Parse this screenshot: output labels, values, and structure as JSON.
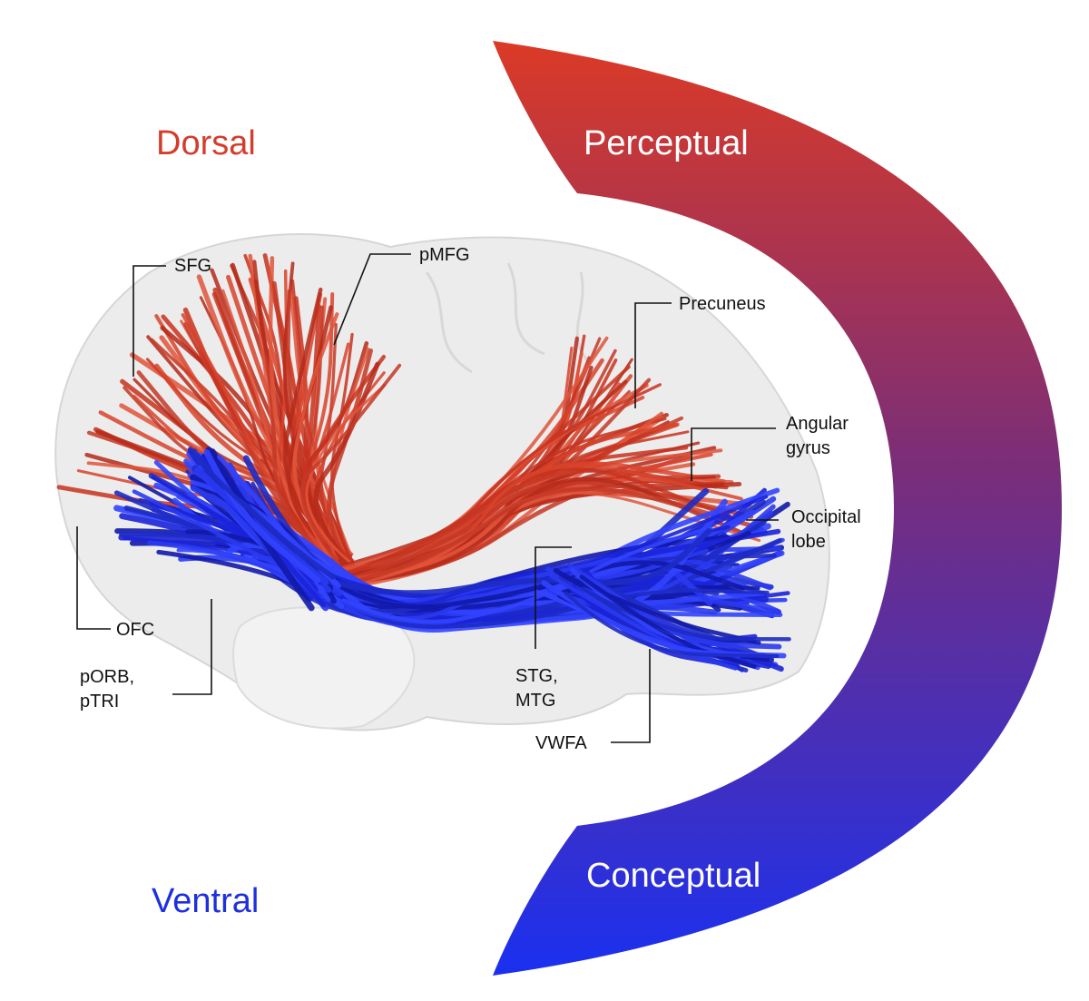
{
  "streams": {
    "dorsal": {
      "label": "Dorsal",
      "color": "#d43d2c"
    },
    "ventral": {
      "label": "Ventral",
      "color": "#1d2fe0"
    }
  },
  "gradient_arc": {
    "top_label": "Perceptual",
    "bottom_label": "Conceptual",
    "top_color": "#db3a26",
    "bottom_color": "#1a30f0"
  },
  "regions": {
    "sfg": "SFG",
    "pmfg": "pMFG",
    "precuneus": "Precuneus",
    "angular_1": "Angular",
    "angular_2": "gyrus",
    "occipital_1": "Occipital",
    "occipital_2": "lobe",
    "ofc": "OFC",
    "porb_1": "pORB,",
    "porb_2": "pTRI",
    "stg_1": "STG,",
    "stg_2": "MTG",
    "vwfa": "VWFA"
  }
}
